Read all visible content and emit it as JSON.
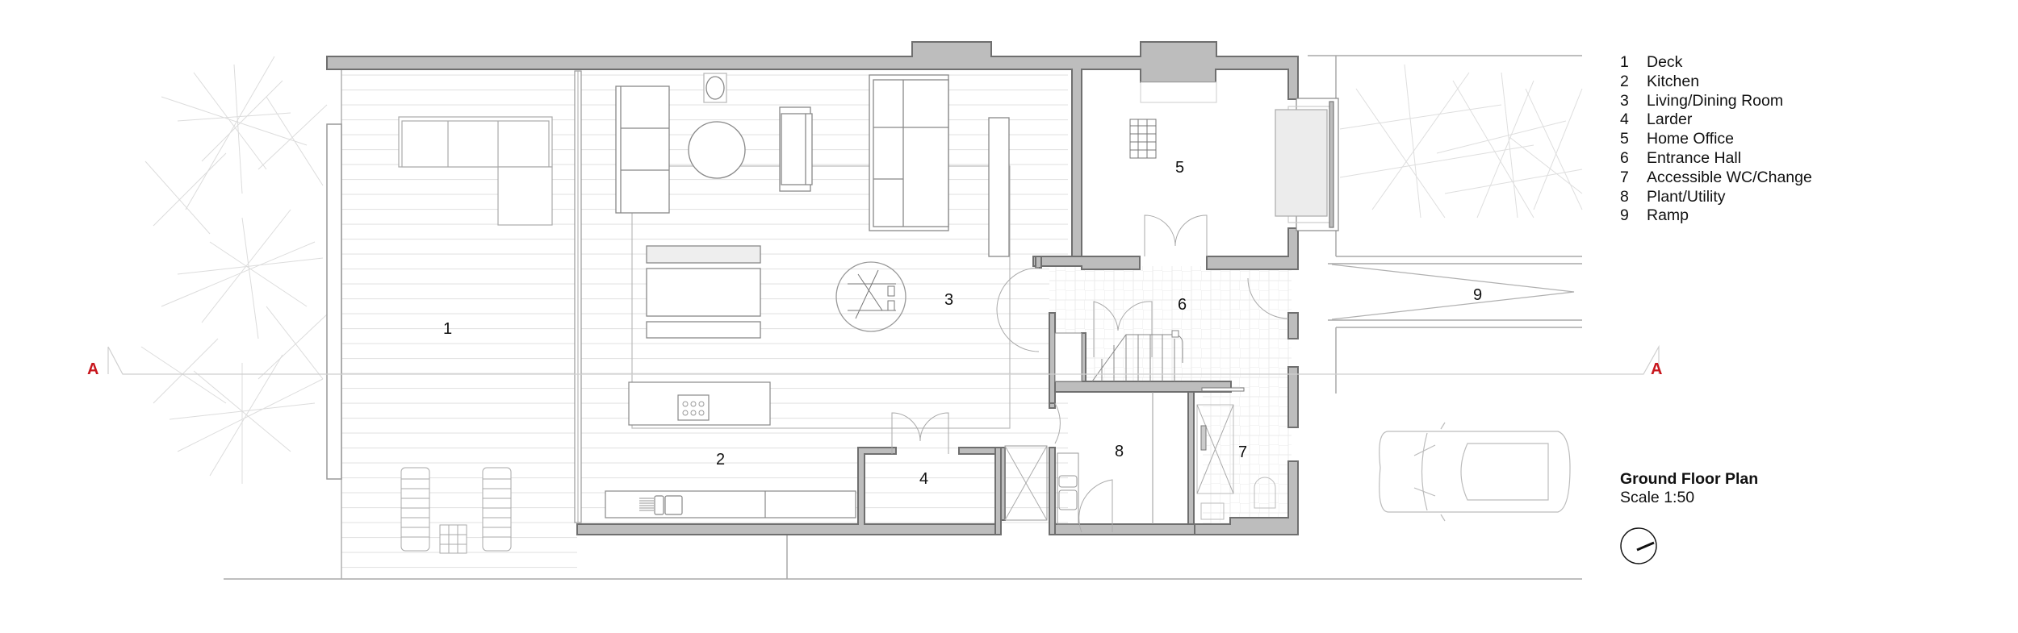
{
  "drawing": {
    "title": "Ground Floor Plan",
    "scale": "Scale 1:50",
    "section_marker": "A",
    "colors": {
      "wall_fill": "#bdbdbd",
      "wall_stroke": "#6f6f6f",
      "line": "#9a9a9a",
      "light_line": "#dedede",
      "section_red": "#c8161d"
    }
  },
  "legend": [
    {
      "num": "1",
      "label": "Deck"
    },
    {
      "num": "2",
      "label": "Kitchen"
    },
    {
      "num": "3",
      "label": "Living/Dining Room"
    },
    {
      "num": "4",
      "label": "Larder"
    },
    {
      "num": "5",
      "label": "Home Office"
    },
    {
      "num": "6",
      "label": "Entrance Hall"
    },
    {
      "num": "7",
      "label": "Accessible WC/Change"
    },
    {
      "num": "8",
      "label": "Plant/Utility"
    },
    {
      "num": "9",
      "label": "Ramp"
    }
  ],
  "room_labels": {
    "deck": "1",
    "kitchen": "2",
    "living": "3",
    "larder": "4",
    "office": "5",
    "hall": "6",
    "wc": "7",
    "plant": "8",
    "ramp": "9"
  },
  "north_arrow": "north-arrow-icon"
}
